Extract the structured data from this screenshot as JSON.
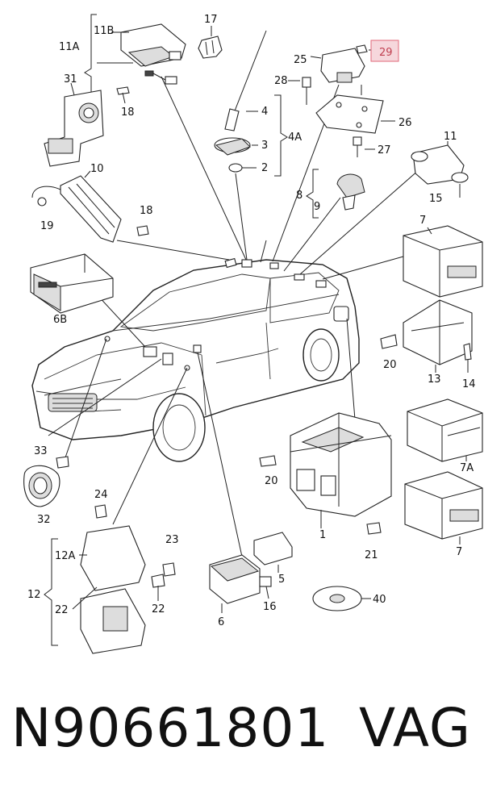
{
  "labels": {
    "l11B": "11B",
    "l11A": "11A",
    "l17": "17",
    "l29": "29",
    "l25": "25",
    "l28": "28",
    "l26": "26",
    "l27": "27",
    "l31": "31",
    "l18a": "18",
    "l4": "4",
    "l4A": "4A",
    "l3": "3",
    "l2": "2",
    "l11": "11",
    "l10": "10",
    "l8": "8",
    "l9": "9",
    "l15": "15",
    "l19": "19",
    "l18b": "18",
    "l7a": "7",
    "l6B": "6B",
    "l20a": "20",
    "l13": "13",
    "l14": "14",
    "l7A": "7A",
    "l20b": "20",
    "l1": "1",
    "l21": "21",
    "l7b": "7",
    "l33": "33",
    "l32": "32",
    "l24": "24",
    "l23": "23",
    "l12A": "12A",
    "l12": "12",
    "l22a": "22",
    "l22b": "22",
    "l5": "5",
    "l16": "16",
    "l6": "6",
    "l40": "40"
  },
  "highlight": {
    "color": "#f6d7dc",
    "border": "#e06a7a",
    "text_color": "#c04050"
  },
  "footer": {
    "part_number": "N90661801",
    "brand": "VAG"
  }
}
